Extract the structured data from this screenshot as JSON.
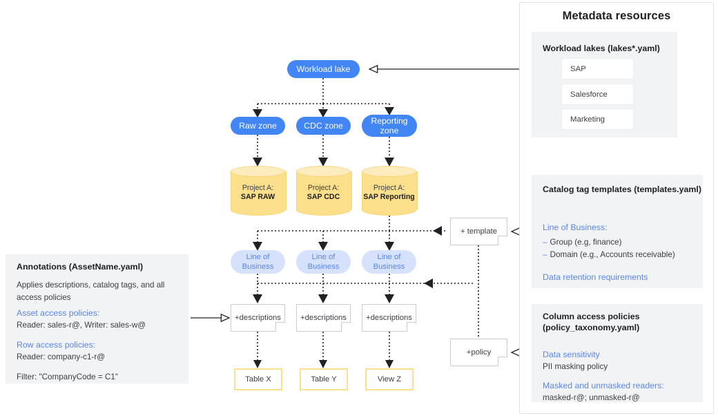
{
  "resources": {
    "title": "Metadata resources",
    "lakes": {
      "heading": "Workload lakes (lakes*.yaml)",
      "items": [
        "SAP",
        "Salesforce",
        "Marketing"
      ]
    },
    "templates": {
      "heading": "Catalog tag templates (templates.yaml)",
      "lob_label": "Line of Business:",
      "bullets": [
        "Group (e.g, finance)",
        "Domain (e.g., Accounts receivable)"
      ],
      "retention": "Data retention requirements"
    },
    "policies": {
      "heading": "Column access policies (policy_taxonomy.yaml)",
      "sensitivity_label": "Data sensitivity",
      "sensitivity_value": "PII masking policy",
      "readers_label": "Masked and unmasked readers:",
      "readers_value": "masked-r@; unmasked-r@"
    }
  },
  "annotations": {
    "title": "Annotations (AssetName.yaml)",
    "description": "Applies descriptions, catalog tags, and all access policies",
    "asset_label": "Asset access policies:",
    "asset_value": "Reader: sales-r@, Writer: sales-w@",
    "row_label": "Row access policies:",
    "row_value": "Reader: company-c1-r@",
    "filter_value": "Filter: \"CompanyCode = C1\""
  },
  "flow": {
    "workload_lake": "Workload lake",
    "zones": [
      "Raw zone",
      "CDC zone",
      "Reporting zone"
    ],
    "projects": [
      {
        "prefix": "Project A:",
        "name": "SAP RAW"
      },
      {
        "prefix": "Project A:",
        "name": "SAP CDC"
      },
      {
        "prefix": "Project A:",
        "name": "SAP Reporting"
      }
    ],
    "lob_line1": "Line of",
    "lob_line2": "Business",
    "notes": {
      "template": "+ template",
      "policy": "+policy",
      "descriptions": "+descriptions"
    },
    "assets": [
      "Table X",
      "Table Y",
      "View Z"
    ]
  },
  "colors": {
    "accent_blue": "#4285f4",
    "light_blue": "#d6e2fb",
    "link_blue": "#5a86e8",
    "amber": "#fcdf8a",
    "panel_gray": "#f1f3f4"
  }
}
